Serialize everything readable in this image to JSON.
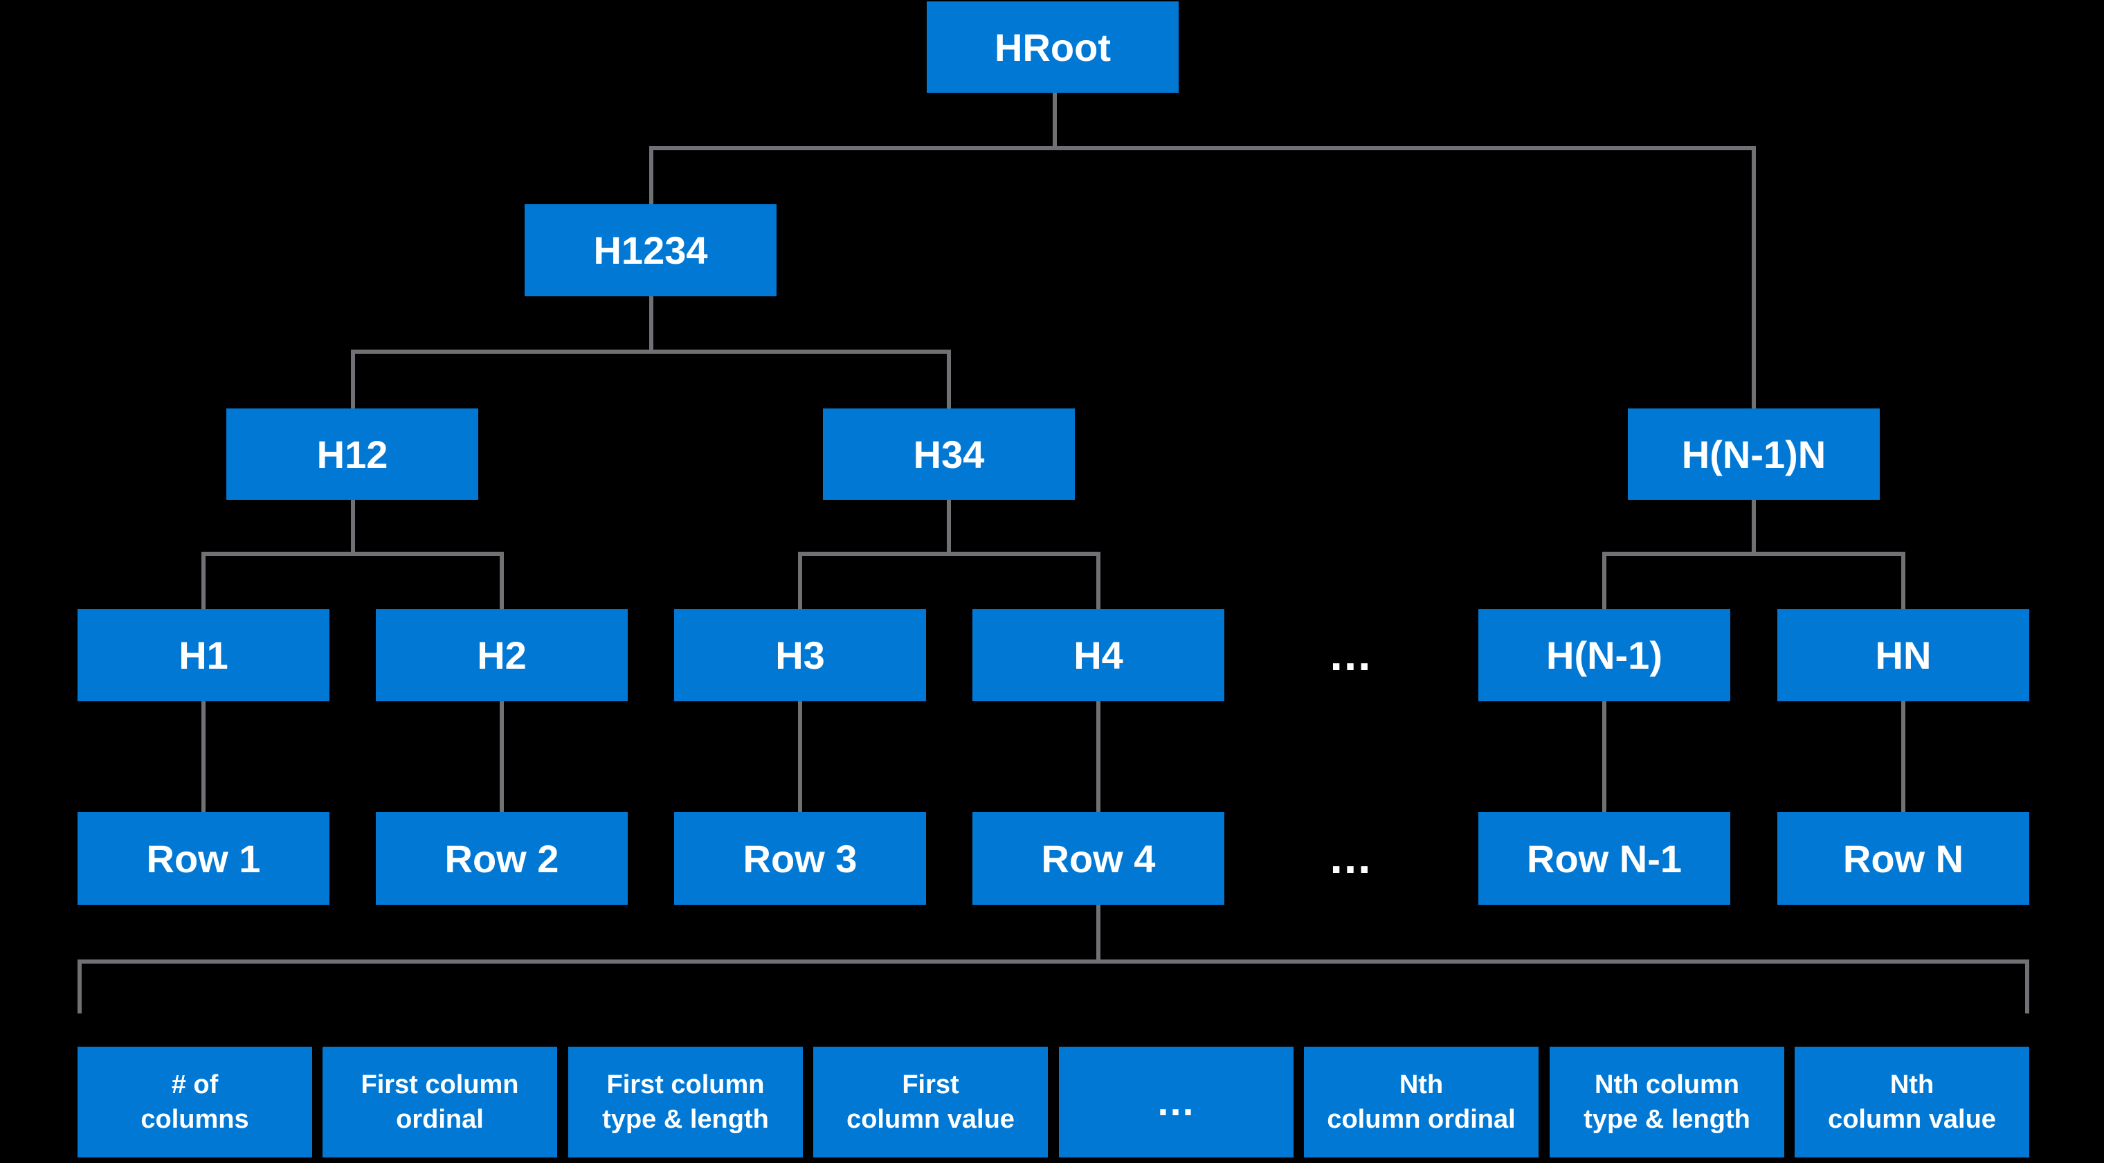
{
  "diagram": {
    "title_semantic": "hash-tree-of-table-rows",
    "colors": {
      "background": "#000000",
      "node_blue": "#0078D4",
      "connector_gray": "#707174",
      "text_white": "#FFFFFF"
    }
  },
  "tree": {
    "hroot": {
      "label": "HRoot"
    },
    "h1234": {
      "label": "H1234"
    },
    "h12": {
      "label": "H12"
    },
    "h34": {
      "label": "H34"
    },
    "hn1n": {
      "label": "H(N-1)N"
    },
    "hashes": {
      "h1": "H1",
      "h2": "H2",
      "h3": "H3",
      "h4": "H4",
      "hn1": "H(N-1)",
      "hn": "HN"
    },
    "rows": {
      "row1": "Row 1",
      "row2": "Row 2",
      "row3": "Row 3",
      "row4": "Row 4",
      "rown1": "Row N-1",
      "rown": "Row N"
    },
    "hash_level_ellipsis": "...",
    "row_level_ellipsis": "..."
  },
  "record": {
    "cells": [
      {
        "line1": "# of",
        "line2": "columns"
      },
      {
        "line1": "First column",
        "line2": "ordinal"
      },
      {
        "line1": "First column",
        "line2": "type & length"
      },
      {
        "line1": "First",
        "line2": "column value"
      },
      {
        "line1": "..."
      },
      {
        "line1": "Nth",
        "line2": "column ordinal"
      },
      {
        "line1": "Nth column",
        "line2": "type & length"
      },
      {
        "line1": "Nth",
        "line2": "column value"
      }
    ]
  }
}
